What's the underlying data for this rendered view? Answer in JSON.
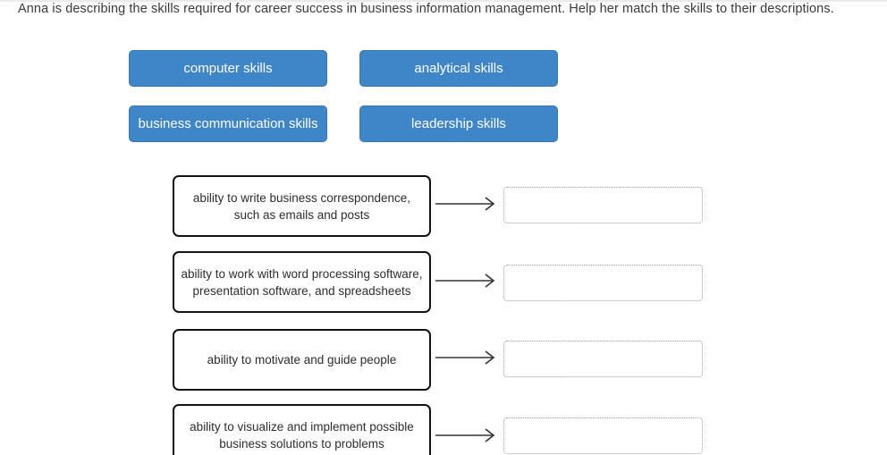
{
  "question": "Anna is describing the skills required for career success in business information management. Help her match the skills to their descriptions.",
  "skill_tiles": [
    {
      "label": "computer skills"
    },
    {
      "label": "analytical skills"
    },
    {
      "label": "business communication skills"
    },
    {
      "label": "leadership skills"
    }
  ],
  "pairs": [
    {
      "description": "ability to write business correspondence, such as emails and posts",
      "dropped_value": ""
    },
    {
      "description": "ability to work with word processing software, presentation software, and spreadsheets",
      "dropped_value": ""
    },
    {
      "description": "ability to motivate and guide people",
      "dropped_value": ""
    },
    {
      "description": "ability to visualize and implement possible business solutions to problems",
      "dropped_value": ""
    }
  ],
  "icons": {
    "arrow_right": "→"
  },
  "colors": {
    "tile_background": "#3e86c7",
    "tile_text": "#ffffff",
    "description_border": "#121212",
    "drop_zone_border": "#9a9a9a",
    "arrow_stroke": "#333333",
    "question_text": "#3a3a3a",
    "page_background": "#ffffff"
  }
}
